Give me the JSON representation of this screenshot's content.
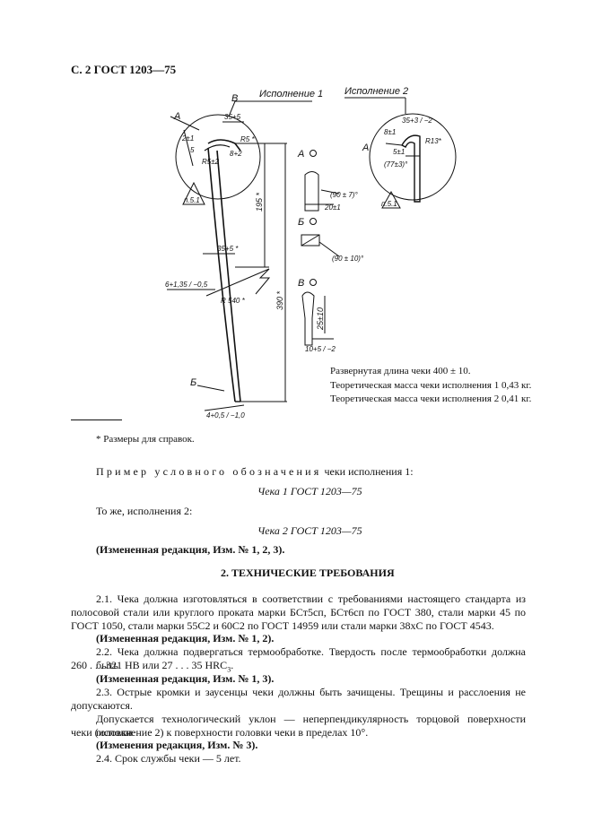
{
  "header": "С. 2 ГОСТ 1203—75",
  "drawing": {
    "variant1_label": "Исполнение 1",
    "variant2_label": "Исполнение 2",
    "labels": {
      "A": "А",
      "B_upper": "В",
      "B": "Б",
      "A_view": "А",
      "B_view": "Б",
      "V_view": "В",
      "p51": "п.5.1"
    },
    "dims": {
      "d35_5": "35+5",
      "R5": "R5 *",
      "d8_2": "8+2",
      "R5_2": "R5±2",
      "d5_v1": "5",
      "d2_v1": "2±1",
      "d195": "195 *",
      "d35_5b": "35+5 *",
      "R540": "R 540 *",
      "d6": "6+1,35 / −0,5",
      "d390": "390 *",
      "d4": "4+0,5 / −1,0",
      "ang90_7": "(90 ± 7)°",
      "d20": "20±1",
      "ang90_10": "(90 ± 10)°",
      "d25_10": "25±10",
      "d10": "10+5 / −2",
      "v2_8": "8±1",
      "v2_35": "35+3 / −2",
      "v2_R13": "R13*",
      "v2_5": "5±1",
      "v2_77": "(77±3)°"
    }
  },
  "notes": [
    "Развернутая длина чеки 400 ± 10.",
    "Теоретическая масса чеки исполнения 1 0,43 кг.",
    "Теоретическая масса чеки исполнения 2 0,41 кг."
  ],
  "footnote": "* Размеры для справок.",
  "example_intro": "Пример условного обозначения",
  "example_intro_tail": "чеки исполнения 1:",
  "designation_1": "Чека 1 ГОСТ 1203—75",
  "same_v2": "То же, исполнения 2:",
  "designation_2": "Чека 2 ГОСТ 1203—75",
  "revision_1": "(Измененная редакция, Изм. № 1, 2, 3).",
  "section_title": "2. ТЕХНИЧЕСКИЕ ТРЕБОВАНИЯ",
  "p21_lines": [
    "2.1. Чека должна изготовляться в соответствии с требованиями настоящего стандарта из",
    "полосовой стали или круглого проката марки БСт5сп, БСт6сп по ГОСТ 380, стали марки 45 по",
    "ГОСТ 1050, стали марки 55С2 и 60С2 по ГОСТ 14959 или стали марки 38хС по ГОСТ 4543."
  ],
  "revision_21": "(Измененная редакция, Изм. № 1, 2).",
  "p22_lines": [
    "2.2. Чека должна подвергаться термообработке. Твердость после термообработки должна быть",
    "260 . . . 321 HB или 27 . . . 35 HRC",
    "3",
    "."
  ],
  "revision_22": "(Измененная редакция, Изм. № 1, 3).",
  "p23_lines": [
    "2.3. Острые кромки и заусенцы чеки должны быть зачищены. Трещины и расслоения не",
    "допускаются."
  ],
  "p23b_lines": [
    "Допускается технологический уклон — неперпендикулярность торцовой поверхности головки",
    "чеки (исполнение 2) к поверхности головки чеки в пределах 10°."
  ],
  "revision_23": "(Изменения редакция, Изм. № 3).",
  "p24": "2.4. Срок службы чеки — 5 лет."
}
